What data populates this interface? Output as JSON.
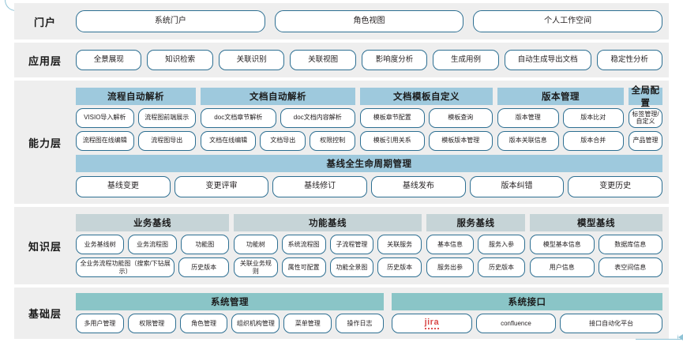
{
  "layers": [
    {
      "id": "portal",
      "label": "门户",
      "items": [
        "系统门户",
        "角色视图",
        "个人工作空间"
      ]
    },
    {
      "id": "application",
      "label": "应用层",
      "items": [
        "全景展现",
        "知识检索",
        "关联识别",
        "关联视图",
        "影响度分析",
        "生成用例",
        "自动生成导出文档",
        "稳定性分析"
      ]
    },
    {
      "id": "capability",
      "label": "能力层",
      "groups": [
        {
          "title": "流程自动解析",
          "rows": [
            [
              "VISIO导入解析",
              "流程图前端展示"
            ],
            [
              "流程图在线编辑",
              "流程图导出"
            ]
          ]
        },
        {
          "title": "文档自动解析",
          "rows": [
            [
              "doc文档章节解析",
              "doc文档内容解析"
            ],
            [
              "文档在线编辑",
              "文档导出",
              "权限控制"
            ]
          ]
        },
        {
          "title": "文档模板自定义",
          "rows": [
            [
              "模板章节配置",
              "模板查询"
            ],
            [
              "模板引用关系",
              "模板版本管理"
            ]
          ]
        },
        {
          "title": "版本管理",
          "rows": [
            [
              "版本管理",
              "版本比对"
            ],
            [
              "版本关联信息",
              "版本合并"
            ]
          ]
        },
        {
          "title": "全局配置",
          "rows": [
            [
              "标签管理/自定义"
            ],
            [
              "产品管理"
            ]
          ]
        }
      ],
      "lifecycle": {
        "title": "基线全生命周期管理",
        "items": [
          "基线变更",
          "变更评审",
          "基线修订",
          "基线发布",
          "版本纠错",
          "变更历史"
        ]
      }
    },
    {
      "id": "knowledge",
      "label": "知识层",
      "groups": [
        {
          "title": "业务基线",
          "rows": [
            [
              "业务基线树",
              "业务流程图",
              "功能图"
            ],
            [
              "全业务流程功能图（搜索/下钻展示）",
              "历史版本"
            ]
          ]
        },
        {
          "title": "功能基线",
          "rows": [
            [
              "功能树",
              "系统流程图",
              "子流程管理",
              "关联服务"
            ],
            [
              "关联业务规则",
              "属性可配置",
              "功能全景图",
              "历史版本"
            ]
          ]
        },
        {
          "title": "服务基线",
          "rows": [
            [
              "基本信息",
              "服务入参"
            ],
            [
              "服务出参",
              "历史版本"
            ]
          ]
        },
        {
          "title": "模型基线",
          "rows": [
            [
              "模型基本信息",
              "数据库信息"
            ],
            [
              "用户信息",
              "表空间信息"
            ]
          ]
        }
      ]
    },
    {
      "id": "base",
      "label": "基础层",
      "groups": [
        {
          "title": "系统管理",
          "rows": [
            [
              "多用户管理",
              "权限管理",
              "角色管理",
              "组织机构管理",
              "菜单管理",
              "操作日志"
            ]
          ]
        },
        {
          "title": "系统接口",
          "rows": [
            [
              "jira",
              "confluence",
              "接口自动化平台"
            ]
          ]
        }
      ]
    }
  ],
  "colors": {
    "band_bg": "#eeeeee",
    "pill_border": "#2d6f92",
    "header_blue": "#9ec9dd",
    "header_gray": "#c6d4d7",
    "header_teal": "#8ac5c7",
    "jira_red": "#d94a4a"
  }
}
